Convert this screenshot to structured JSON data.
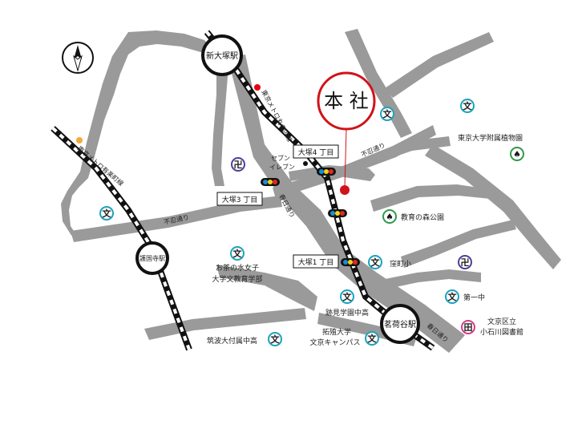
{
  "hq": {
    "label": "本 社",
    "color": "#d0131a"
  },
  "stations": {
    "shin_otsuka": "新大塚駅",
    "gokokuji": "護国寺駅",
    "myogadani": "茗荷谷駅"
  },
  "rail_lines": {
    "marunouchi": "東京メトロ丸の内線",
    "yurakucho": "東京メトロ有楽町線"
  },
  "roads": {
    "shinobazu_east": "不忍通り",
    "shinobazu_west": "不忍通り",
    "kasuga_north": "春日通り",
    "kasuga_south": "春日通り"
  },
  "intersections": {
    "otsuka4": "大塚4 丁目",
    "otsuka3": "大塚3 丁目",
    "otsuka1": "大塚1 丁目"
  },
  "places": {
    "seven_line1": "セブン",
    "seven_line2": "イレブン",
    "botanical": "東京大学附属植物園",
    "forest_park": "教育の森公園",
    "kubomachi": "窪町小",
    "ochanomizu_line1": "お茶の水女子",
    "ochanomizu_line2": "大学文教育学部",
    "atomi": "跡見学園中高",
    "takushoku_line1": "拓殖大学",
    "takushoku_line2": "文京キャンパス",
    "tsukuba": "筑波大付属中高",
    "daiichi": "第一中",
    "library_line1": "文京区立",
    "library_line2": "小石川図書館"
  },
  "symbols": {
    "school": "文",
    "temple": "卍",
    "library": "田",
    "park": "♠"
  },
  "colors": {
    "road": "#9a9a9a",
    "marunouchi_dot": "#e60012",
    "yurakucho_dot": "#f4a93a",
    "signal_blue": "#1a8fd0",
    "signal_yellow": "#f2d21a",
    "signal_red": "#e22a1a",
    "school_circle": "#1ba3bd",
    "park_circle": "#2d9a4a",
    "library_circle": "#d63a8a",
    "temple_circle": "#4e3f9a"
  }
}
